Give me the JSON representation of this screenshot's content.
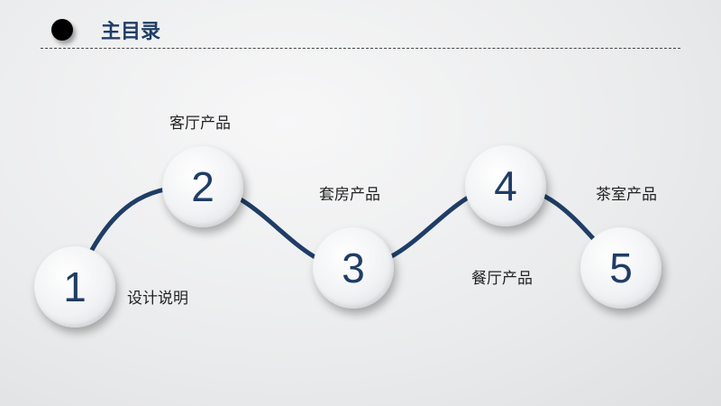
{
  "header": {
    "title": "主目录"
  },
  "colors": {
    "accent": "#1f3d66"
  },
  "items": [
    {
      "number": "1",
      "label": "设计说明"
    },
    {
      "number": "2",
      "label": "客厅产品"
    },
    {
      "number": "3",
      "label": "套房产品"
    },
    {
      "number": "4",
      "label": "餐厅产品"
    },
    {
      "number": "5",
      "label": "茶室产品"
    }
  ]
}
